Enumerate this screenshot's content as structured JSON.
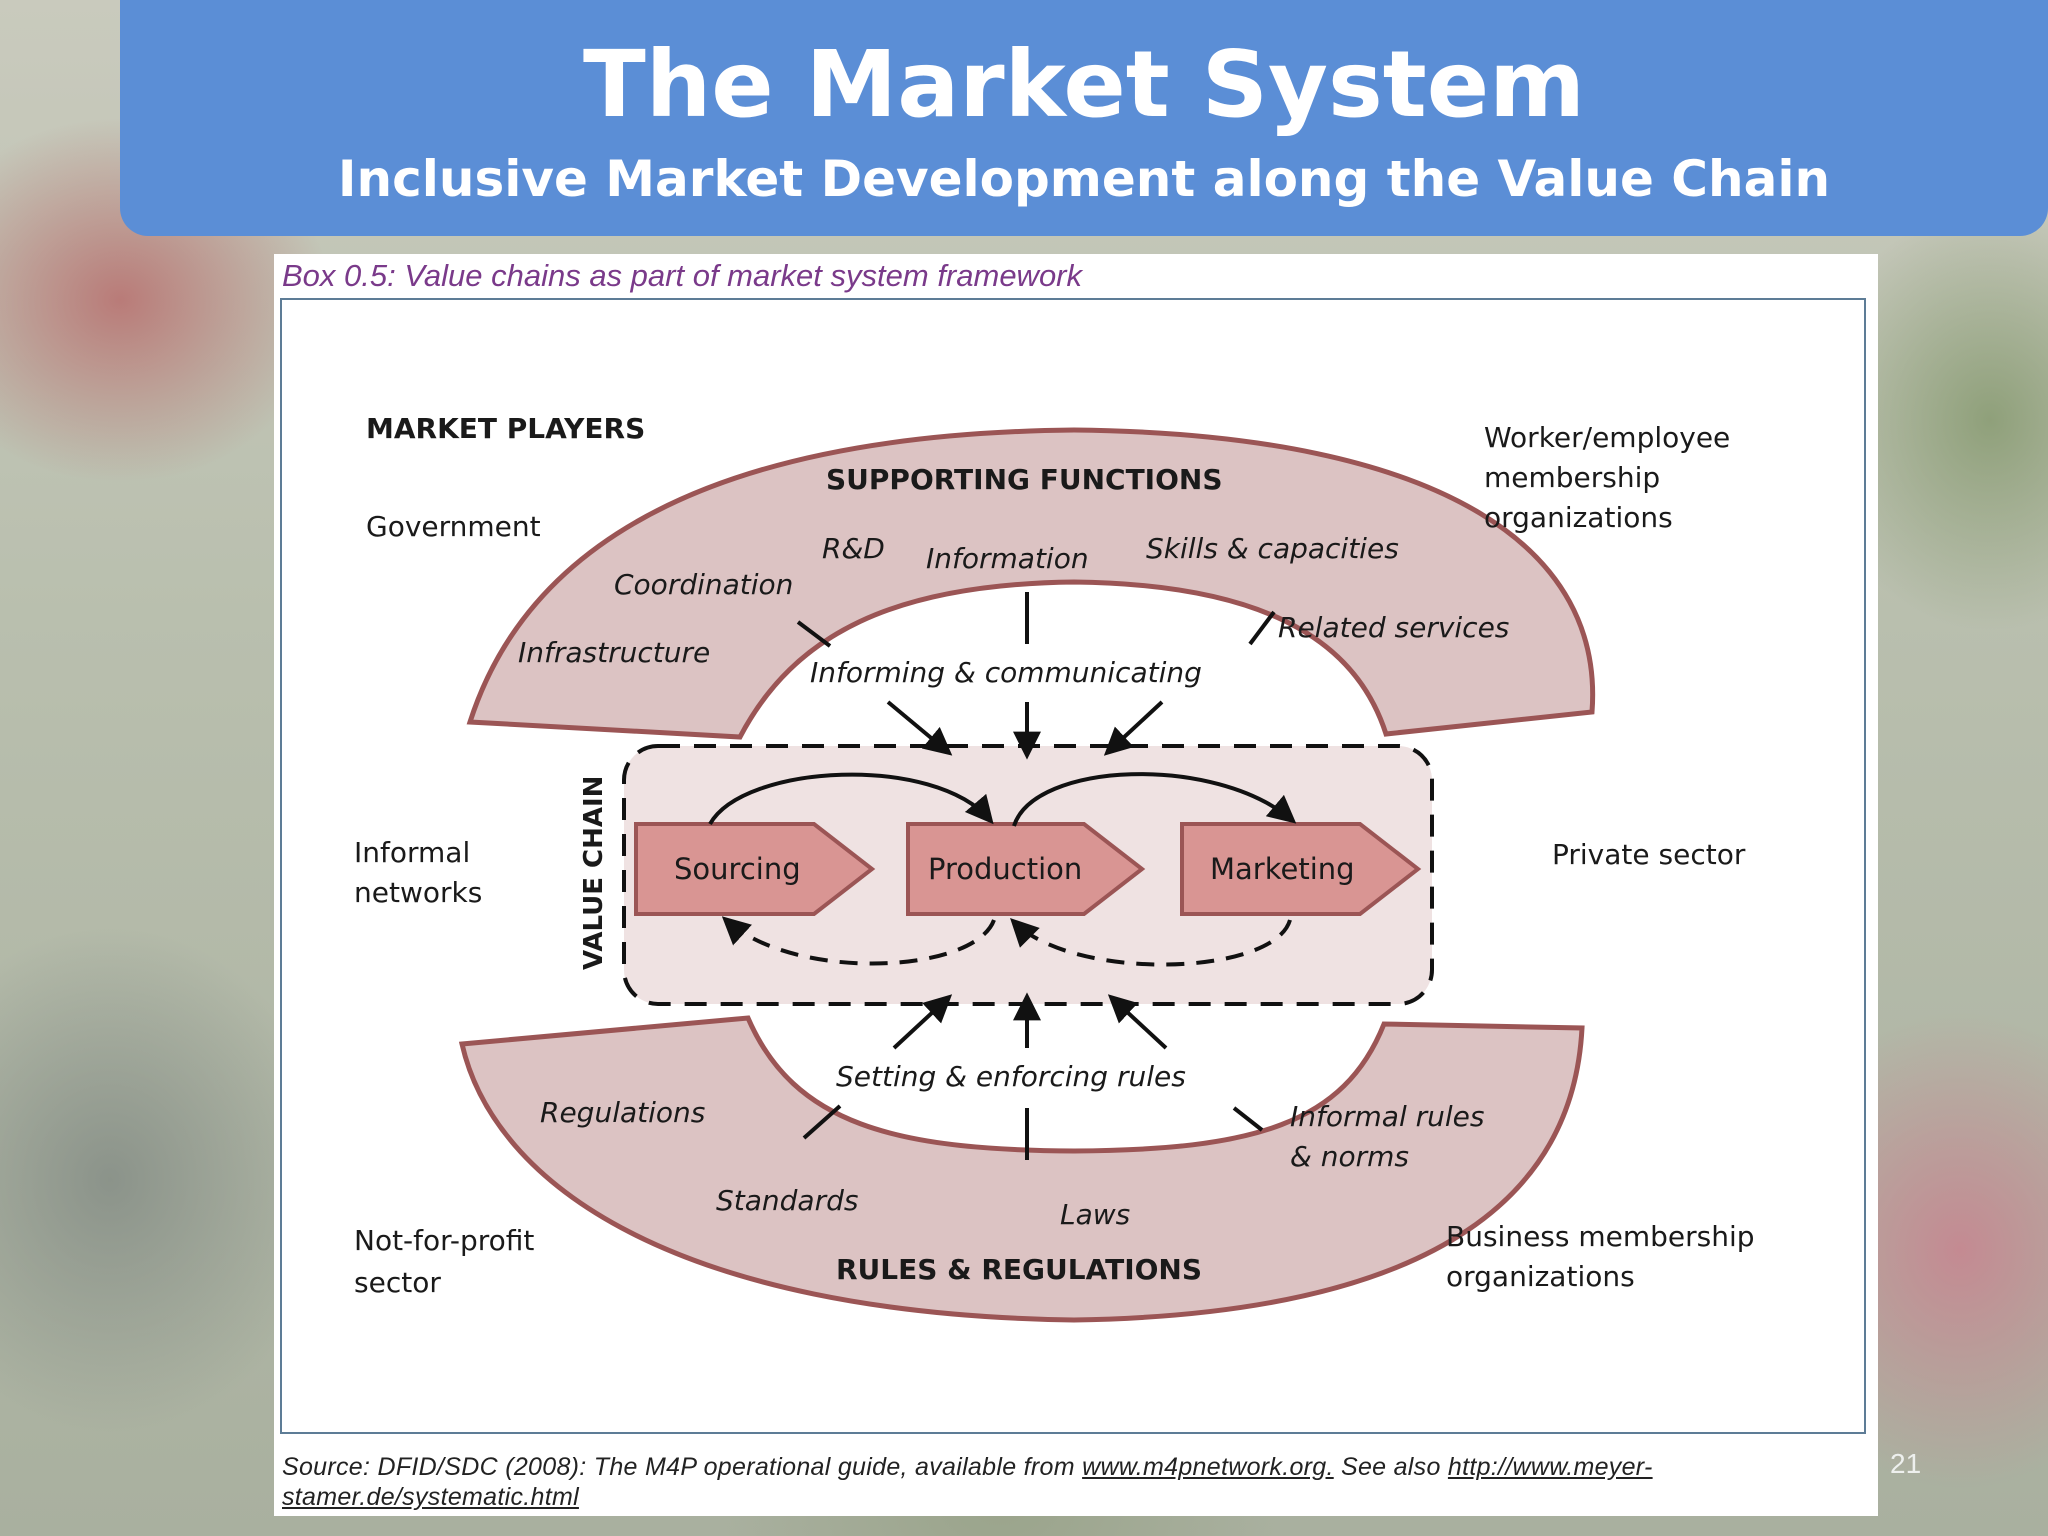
{
  "header": {
    "title": "The Market System",
    "subtitle": "Inclusive Market Development along the Value Chain"
  },
  "box_title": "Box 0.5: Value chains as part of market system framework",
  "diagram": {
    "market_players_heading": "MARKET PLAYERS",
    "players": {
      "government": "Government",
      "worker_line1": "Worker/employee",
      "worker_line2": "membership",
      "worker_line3": "organizations",
      "informal_line1": "Informal",
      "informal_line2": "networks",
      "private": "Private sector",
      "nfp_line1": "Not-for-profit",
      "nfp_line2": "sector",
      "business_line1": "Business membership",
      "business_line2": "organizations"
    },
    "supporting": {
      "heading": "SUPPORTING FUNCTIONS",
      "rd": "R&D",
      "information": "Information",
      "skills": "Skills & capacities",
      "coordination": "Coordination",
      "infrastructure": "Infrastructure",
      "related": "Related services",
      "informing": "Informing & communicating"
    },
    "value_chain": {
      "label": "VALUE CHAIN",
      "sourcing": "Sourcing",
      "production": "Production",
      "marketing": "Marketing"
    },
    "rules": {
      "heading": "RULES & REGULATIONS",
      "setting": "Setting & enforcing rules",
      "regulations": "Regulations",
      "informal_line1": "Informal rules",
      "informal_line2": "& norms",
      "standards": "Standards",
      "laws": "Laws"
    },
    "colors": {
      "arc_fill": "#dcc3c3",
      "arc_stroke": "#9b5555",
      "arrow_fill": "#d99593",
      "vc_box_fill": "#efe2e2"
    }
  },
  "source": {
    "prefix": "Source: DFID/SDC (2008): The M4P operational guide, available from ",
    "link1": "www.m4pnetwork.org.",
    "middle": " See also ",
    "link2a": "http://www.meyer-",
    "link2b": "stamer.de/systematic.html"
  },
  "page_number": "21"
}
